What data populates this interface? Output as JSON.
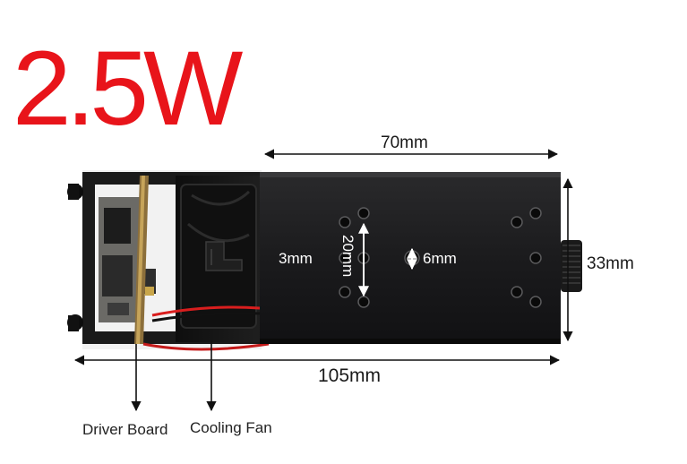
{
  "title": "2.5W",
  "dimensions": {
    "top_length": "70mm",
    "bottom_length": "105mm",
    "height": "33mm",
    "hole_diameter": "3mm",
    "hole_spacing": "20mm",
    "center_hole": "6mm"
  },
  "callouts": {
    "driver_board": "Driver Board",
    "cooling_fan": "Cooling Fan"
  },
  "colors": {
    "title": "#e8141a",
    "module_body": "#1c1c1e"
  }
}
